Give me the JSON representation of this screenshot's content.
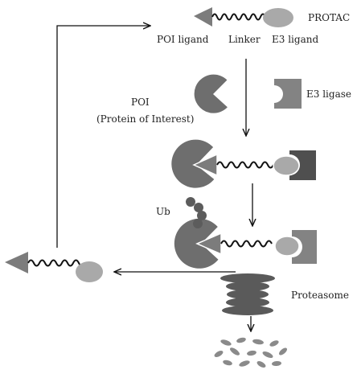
{
  "labels": {
    "protac": "PROTAC",
    "poi_ligand": "POI ligand",
    "linker": "Linker",
    "e3_ligand": "E3 ligand",
    "poi_line1": "POI",
    "poi_line2": "(Protein of Interest)",
    "e3_ligase": "E3 ligase",
    "ub": "Ub",
    "proteasome": "Proteasome"
  },
  "colors": {
    "poi": "#6e6e6e",
    "poi_ligand": "#7c7c7c",
    "e3_ligand": "#a9a9a9",
    "e3_ligase_light": "#838383",
    "e3_ligase_dark": "#4f4f4f",
    "ubiquitin": "#5c5c5c",
    "proteasome": "#5a5a5a",
    "fragments": "#8a8a8a",
    "arrow": "#111111",
    "linker": "#111111"
  },
  "icons": {
    "poi": "pacman-shape",
    "e3_ligase": "notched-square",
    "poi_ligand": "triangle",
    "e3_ligand": "ellipse",
    "linker": "wavy-line",
    "ubiquitin": "bead-chain",
    "proteasome": "stacked-discs",
    "fragments": "scattered-pellets"
  }
}
